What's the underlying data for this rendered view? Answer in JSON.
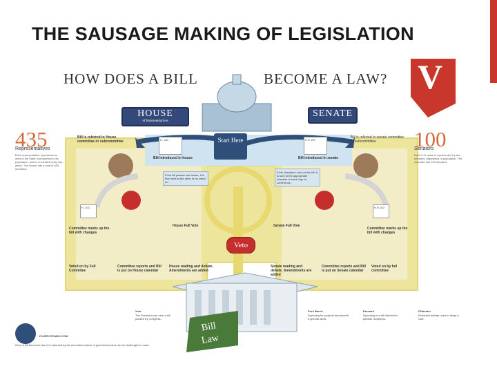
{
  "slide": {
    "title": "THE SAUSAGE MAKING OF LEGISLATION"
  },
  "infographic": {
    "headline_left": "HOW DOES A BILL",
    "headline_right": "BECOME A LAW?",
    "corner_letter": "V",
    "house_tag": "HOUSE",
    "house_sub": "of Representatives",
    "senate_tag": "SENATE",
    "house_count": "435",
    "house_count_label": "Representatives",
    "house_desc": "Each representative represents an area of the State in proportion to its population, and is re-elected every two years. The House has a total of 435 members.",
    "senate_count": "100",
    "senate_count_label": "Senators",
    "senate_desc": "Each U.S. state is represented by two senators, regardless of population. The chamber has 100 senators.",
    "start_here": "Start Here",
    "house_steps": {
      "referred": "Bill is referred to House committee or subcommittee",
      "introduced": "Bill introduced in house",
      "committee_marks": "Committee marks up the bill with changes",
      "voted_full": "Voted on by Full Commitee",
      "committee_reports": "Committee reports and Bill is put on House calendar",
      "reading": "House reading and debate. Amendments are added",
      "full_vote": "House Full Vote",
      "bill_no": "H. 100"
    },
    "senate_steps": {
      "referred": "Bill is referred to senate committee or subcommittee",
      "introduced": "Bill introduced in senate",
      "committee_marks": "Committee marks up the bill with changes",
      "voted_full": "Voted on by full committee",
      "committee_reports": "Committee reports and Bill is put on Senate calendar",
      "reading": "Senate reading and debate. Amendments are added",
      "full_vote": "Senate Full Vote",
      "bill_no": "H.R 100"
    },
    "note_house": "If the bill passes one house, it is then sent to the other to be voted on.",
    "note_senate": "If the chambers vote on the bill, it is sent to the appropriate chamber to have it go to conference.",
    "veto": "Veto",
    "bill_law_1": "Bill",
    "bill_law_2": "Law",
    "footer_logo": "YOURPOTOMAC.COM",
    "footer_text": "Once a bill becomes law, it is enforced by the executive branch of government and can be challenged in court.",
    "legend": [
      {
        "title": "Veto",
        "text": "The President can veto a bill passed by Congress."
      },
      {
        "title": "Pork Barrel",
        "text": "Spending for projects that benefit a specific area."
      },
      {
        "title": "Earmark",
        "text": "Spending in a bill directed to specific recipients."
      },
      {
        "title": "Filibuster",
        "text": "Extended debate used to delay a vote."
      }
    ],
    "colors": {
      "track": "#eee59c",
      "house_bg": "#e9ddb0",
      "senate_bg": "#d4e6f2",
      "veto": "#c62e2e",
      "accent_orange": "#d66a3a",
      "tag_blue": "#33497a"
    }
  }
}
